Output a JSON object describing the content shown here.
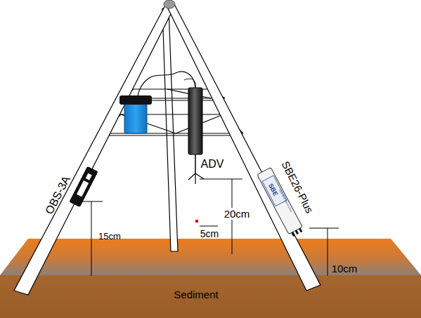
{
  "diagram": {
    "labels": [
      "OBS-3A",
      "ADV",
      "SBE",
      "Sea-Bird Electronics",
      "SBE26-Plus",
      "20cm",
      "5cm",
      "15cm",
      "10cm",
      "Sediment"
    ]
  }
}
